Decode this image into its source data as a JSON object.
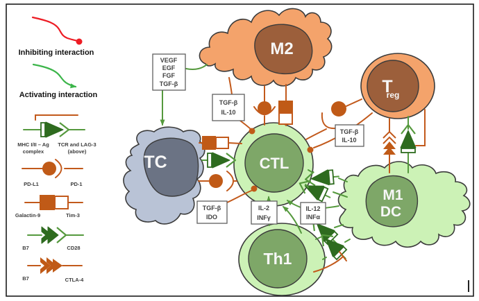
{
  "legend": {
    "inhibiting_label": "Inhibiting interaction",
    "activating_label": "Activating interaction",
    "mhc_left_1": "MHC I/II – Ag",
    "mhc_left_2": "complex",
    "mhc_right_1": "TCR and LAG-3",
    "mhc_right_2": "(above)",
    "pdl1": "PD-L1",
    "pd1": "PD-1",
    "galactin9": "Galactin-9",
    "tim3": "Tim-3",
    "b7_cd28": "B7",
    "cd28": "CD28",
    "b7_ctla4": "B7",
    "ctla4": "CTLA-4"
  },
  "cells": {
    "m2": "M2",
    "treg_main": "T",
    "treg_sub": "reg",
    "tc": "TC",
    "ctl": "CTL",
    "m1": "M1",
    "dc": "DC",
    "th1": "Th1"
  },
  "boxes": {
    "growth_factors": {
      "l1": "VEGF",
      "l2": "EGF",
      "l3": "FGF",
      "l4": "TGF-β"
    },
    "tgfb_il10_m2": {
      "l1": "TGF-β",
      "l2": "IL-10"
    },
    "tgfb_il10_treg": {
      "l1": "TGF-β",
      "l2": "IL-10"
    },
    "tgfb_ido": {
      "l1": "TGF-β",
      "l2": "IDO"
    },
    "il2_infg": {
      "l1": "IL-2",
      "l2": "INFγ"
    },
    "il12_infa": {
      "l1": "IL-12",
      "l2": "INFα"
    }
  },
  "colors": {
    "inhibit_line": "#c2591b",
    "activate_line": "#55993d",
    "legend_red": "#ed1c24",
    "legend_green": "#3cb54a",
    "cell_orange": "#f4a36b",
    "nucleus_brown": "#9c5f3b",
    "cell_green": "#ccf2b6",
    "nucleus_green": "#7ea768",
    "cell_gray": "#b9c3d6",
    "nucleus_gray": "#6b7384",
    "symbol_dark_green": "#2e6b1f"
  }
}
